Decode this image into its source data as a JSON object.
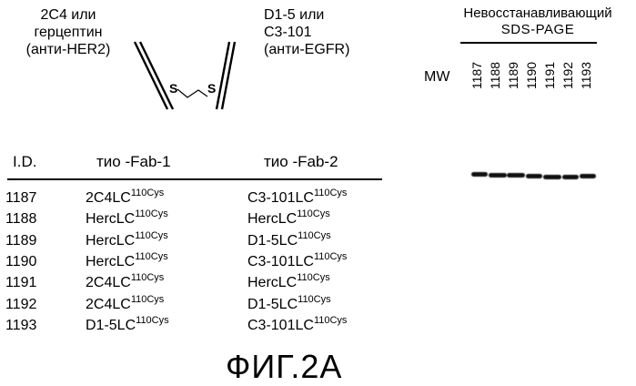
{
  "antibody_left": [
    "2C4 или",
    "герцептин",
    "(анти-HER2)"
  ],
  "antibody_right": [
    "D1-5 или",
    "C3-101",
    "(анти-EGFR)"
  ],
  "disulfide": {
    "s_left": "S",
    "s_right": "S"
  },
  "gel": {
    "title_line1": "Невосстанавливающий",
    "title_line2": "SDS-PAGE",
    "mw_label": "MW",
    "lanes": [
      "1187",
      "1188",
      "1189",
      "1190",
      "1191",
      "1192",
      "1193"
    ]
  },
  "table": {
    "headers": [
      "I.D.",
      "тио -Fab-1",
      "тио -Fab-2"
    ],
    "superscript": "110Cys",
    "rows": [
      {
        "id": "1187",
        "fab1": "2C4LC",
        "fab2": "C3-101LC"
      },
      {
        "id": "1188",
        "fab1": "HercLC",
        "fab2": "HercLC"
      },
      {
        "id": "1189",
        "fab1": "HercLC",
        "fab2": "D1-5LC"
      },
      {
        "id": "1190",
        "fab1": "HercLC",
        "fab2": "C3-101LC"
      },
      {
        "id": "1191",
        "fab1": "2C4LC",
        "fab2": "HercLC"
      },
      {
        "id": "1192",
        "fab1": "2C4LC",
        "fab2": "D1-5LC"
      },
      {
        "id": "1193",
        "fab1": "D1-5LC",
        "fab2": "C3-101LC"
      }
    ]
  },
  "figure_label": "ФИГ.2A"
}
